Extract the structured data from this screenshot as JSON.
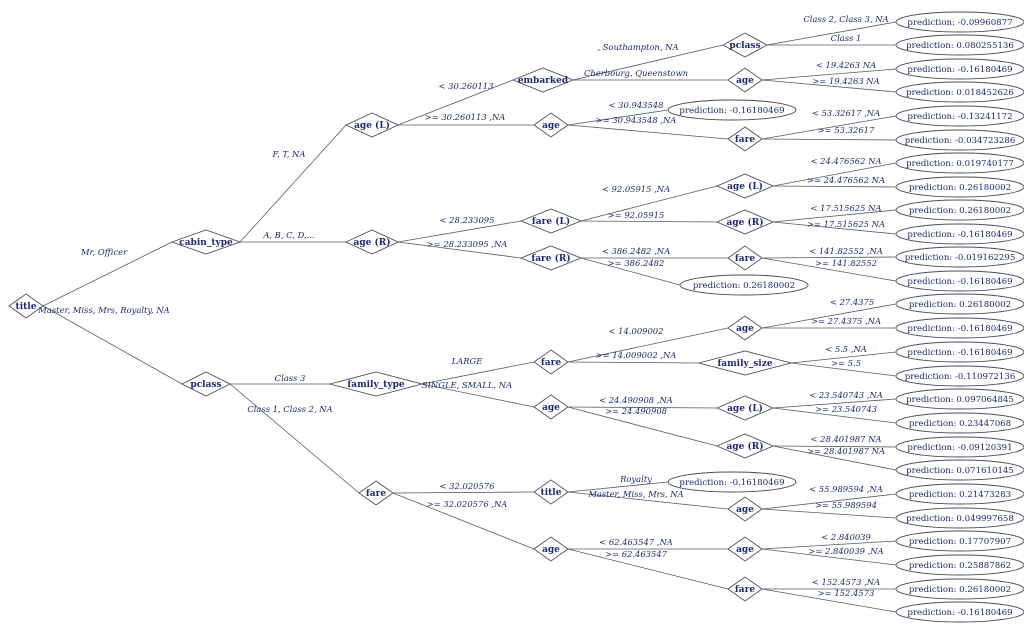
{
  "nodes": [
    {
      "id": "n_title",
      "label": "title"
    },
    {
      "id": "n_cabin",
      "label": "cabin_type"
    },
    {
      "id": "n_pclass1",
      "label": "pclass"
    },
    {
      "id": "n_ageL1",
      "label": "age (L)"
    },
    {
      "id": "n_ageR1",
      "label": "age (R)"
    },
    {
      "id": "n_embarked",
      "label": "embarked"
    },
    {
      "id": "n_age2",
      "label": "age"
    },
    {
      "id": "n_pclass2",
      "label": "pclass"
    },
    {
      "id": "n_age3",
      "label": "age"
    },
    {
      "id": "n_fare1",
      "label": "fare"
    },
    {
      "id": "n_fareL",
      "label": "fare (L)"
    },
    {
      "id": "n_fareR",
      "label": "fare (R)"
    },
    {
      "id": "n_ageL2",
      "label": "age (L)"
    },
    {
      "id": "n_ageR2",
      "label": "age (R)"
    },
    {
      "id": "n_fare2",
      "label": "fare"
    },
    {
      "id": "n_famtype",
      "label": "family_type"
    },
    {
      "id": "n_fare3",
      "label": "fare"
    },
    {
      "id": "n_fare4",
      "label": "fare"
    },
    {
      "id": "n_age4",
      "label": "age"
    },
    {
      "id": "n_age5",
      "label": "age"
    },
    {
      "id": "n_famsize",
      "label": "family_size"
    },
    {
      "id": "n_ageL3",
      "label": "age (L)"
    },
    {
      "id": "n_ageR3",
      "label": "age (R)"
    },
    {
      "id": "n_title2",
      "label": "title"
    },
    {
      "id": "n_age6",
      "label": "age"
    },
    {
      "id": "n_age7",
      "label": "age"
    },
    {
      "id": "n_age8",
      "label": "age"
    },
    {
      "id": "n_fare5",
      "label": "fare"
    }
  ],
  "leaves": [
    {
      "id": "l1",
      "label": "prediction: -0.09960877"
    },
    {
      "id": "l2",
      "label": "prediction: 0.080255136"
    },
    {
      "id": "l3",
      "label": "prediction: -0.16180469"
    },
    {
      "id": "l4",
      "label": "prediction: 0.018452626"
    },
    {
      "id": "l5",
      "label": "prediction: -0.16180469"
    },
    {
      "id": "l6",
      "label": "prediction: -0.13241172"
    },
    {
      "id": "l7",
      "label": "prediction: -0.034723286"
    },
    {
      "id": "l8",
      "label": "prediction: 0.019740177"
    },
    {
      "id": "l9",
      "label": "prediction: 0.26180002"
    },
    {
      "id": "l10",
      "label": "prediction: 0.26180002"
    },
    {
      "id": "l11",
      "label": "prediction: -0.16180469"
    },
    {
      "id": "l12",
      "label": "prediction: -0.019162295"
    },
    {
      "id": "l13",
      "label": "prediction: -0.16180469"
    },
    {
      "id": "l14",
      "label": "prediction: 0.26180002"
    },
    {
      "id": "l15",
      "label": "prediction: 0.26180002"
    },
    {
      "id": "l16",
      "label": "prediction: -0.16180469"
    },
    {
      "id": "l17",
      "label": "prediction: -0.16180469"
    },
    {
      "id": "l18",
      "label": "prediction: -0.110972136"
    },
    {
      "id": "l19",
      "label": "prediction: 0.097064845"
    },
    {
      "id": "l20",
      "label": "prediction: 0.23447068"
    },
    {
      "id": "l21",
      "label": "prediction: -0.09120391"
    },
    {
      "id": "l22",
      "label": "prediction: 0.071610145"
    },
    {
      "id": "l23",
      "label": "prediction: -0.16180469"
    },
    {
      "id": "l24",
      "label": "prediction: 0.21473283"
    },
    {
      "id": "l25",
      "label": "prediction: 0.049997658"
    },
    {
      "id": "l26",
      "label": "prediction: 0.17707907"
    },
    {
      "id": "l27",
      "label": "prediction: 0.25887862"
    },
    {
      "id": "l28",
      "label": "prediction: 0.26180002"
    },
    {
      "id": "l29",
      "label": "prediction: -0.16180469"
    }
  ],
  "edges": [
    {
      "from": "n_title",
      "to": "n_cabin",
      "label": "Mr, Officer"
    },
    {
      "from": "n_title",
      "to": "n_pclass1",
      "label": "Master, Miss, Mrs, Royalty, NA"
    },
    {
      "from": "n_cabin",
      "to": "n_ageL1",
      "label": "F, T, NA"
    },
    {
      "from": "n_cabin",
      "to": "n_ageR1",
      "label": "A, B, C, D,..."
    },
    {
      "from": "n_ageL1",
      "to": "n_embarked",
      "label": "< 30.260113"
    },
    {
      "from": "n_ageL1",
      "to": "n_age3",
      "label": ">= 30.260113 ,NA"
    },
    {
      "from": "n_embarked",
      "to": "n_pclass2",
      "label": ", Southampton, NA"
    },
    {
      "from": "n_embarked",
      "to": "n_age2",
      "label": "Cherbourg, Queenstown"
    },
    {
      "from": "n_pclass2",
      "to": "l1",
      "label": "Class 2, Class 3, NA"
    },
    {
      "from": "n_pclass2",
      "to": "l2",
      "label": "Class 1"
    },
    {
      "from": "n_age2",
      "to": "l3",
      "label": "< 19.4263 NA"
    },
    {
      "from": "n_age2",
      "to": "l4",
      "label": ">= 19.4263 NA"
    },
    {
      "from": "n_age3",
      "to": "l5",
      "label": "< 30.943548"
    },
    {
      "from": "n_age3",
      "to": "n_fare1",
      "label": ">= 30.943548 ,NA"
    },
    {
      "from": "n_fare1",
      "to": "l6",
      "label": "< 53.32617 ,NA"
    },
    {
      "from": "n_fare1",
      "to": "l7",
      "label": ">= 53.32617"
    },
    {
      "from": "n_ageR1",
      "to": "n_fareL",
      "label": "< 28.233095"
    },
    {
      "from": "n_ageR1",
      "to": "n_fareR",
      "label": ">= 28.233095 ,NA"
    },
    {
      "from": "n_fareL",
      "to": "n_ageL2",
      "label": "< 92.05915 ,NA"
    },
    {
      "from": "n_fareL",
      "to": "n_ageR2",
      "label": ">= 92.05915"
    },
    {
      "from": "n_ageL2",
      "to": "l8",
      "label": "< 24.476562 NA"
    },
    {
      "from": "n_ageL2",
      "to": "l9",
      "label": ">= 24.476562 NA"
    },
    {
      "from": "n_ageR2",
      "to": "l10",
      "label": "< 17.515625 NA"
    },
    {
      "from": "n_ageR2",
      "to": "l11",
      "label": ">= 17.515625 NA"
    },
    {
      "from": "n_fareR",
      "to": "n_fare2",
      "label": "< 386.2482 ,NA"
    },
    {
      "from": "n_fareR",
      "to": "l14",
      "label": ">= 386.2482"
    },
    {
      "from": "n_fare2",
      "to": "l12",
      "label": "< 141.82552 ,NA"
    },
    {
      "from": "n_fare2",
      "to": "l13",
      "label": ">= 141.82552"
    },
    {
      "from": "n_pclass1",
      "to": "n_famtype",
      "label": "Class 3"
    },
    {
      "from": "n_pclass1",
      "to": "n_fare4",
      "label": "Class 1, Class 2, NA"
    },
    {
      "from": "n_famtype",
      "to": "n_fare3",
      "label": "LARGE"
    },
    {
      "from": "n_famtype",
      "to": "n_age5",
      "label": "SINGLE, SMALL, NA"
    },
    {
      "from": "n_fare3",
      "to": "n_age4",
      "label": "< 14.009002"
    },
    {
      "from": "n_fare3",
      "to": "n_famsize",
      "label": ">= 14.009002 ,NA"
    },
    {
      "from": "n_age4",
      "to": "l15",
      "label": "< 27.4375"
    },
    {
      "from": "n_age4",
      "to": "l16",
      "label": ">= 27.4375 ,NA"
    },
    {
      "from": "n_famsize",
      "to": "l17",
      "label": "< 5.5 ,NA"
    },
    {
      "from": "n_famsize",
      "to": "l18",
      "label": ">= 5.5"
    },
    {
      "from": "n_age5",
      "to": "n_ageL3",
      "label": "< 24.490908 ,NA"
    },
    {
      "from": "n_age5",
      "to": "n_ageR3",
      "label": ">= 24.490908"
    },
    {
      "from": "n_ageL3",
      "to": "l19",
      "label": "< 23.540743 ,NA"
    },
    {
      "from": "n_ageL3",
      "to": "l20",
      "label": ">= 23.540743"
    },
    {
      "from": "n_ageR3",
      "to": "l21",
      "label": "< 28.401987 NA"
    },
    {
      "from": "n_ageR3",
      "to": "l22",
      "label": ">= 28.401987 NA"
    },
    {
      "from": "n_fare4",
      "to": "n_title2",
      "label": "< 32.020576"
    },
    {
      "from": "n_fare4",
      "to": "n_age7",
      "label": ">= 32.020576 ,NA"
    },
    {
      "from": "n_title2",
      "to": "l23",
      "label": "Royalty"
    },
    {
      "from": "n_title2",
      "to": "n_age6",
      "label": "Master, Miss, Mrs, NA"
    },
    {
      "from": "n_age6",
      "to": "l24",
      "label": "< 55.989594 ,NA"
    },
    {
      "from": "n_age6",
      "to": "l25",
      "label": ">= 55.989594"
    },
    {
      "from": "n_age7",
      "to": "n_age8",
      "label": "< 62.463547 ,NA"
    },
    {
      "from": "n_age7",
      "to": "n_fare5",
      "label": ">= 62.463547"
    },
    {
      "from": "n_age8",
      "to": "l26",
      "label": "< 2.840039"
    },
    {
      "from": "n_age8",
      "to": "l27",
      "label": ">= 2.840039 ,NA"
    },
    {
      "from": "n_fare5",
      "to": "l28",
      "label": "< 152.4573 ,NA"
    },
    {
      "from": "n_fare5",
      "to": "l29",
      "label": ">= 152.4573"
    }
  ]
}
